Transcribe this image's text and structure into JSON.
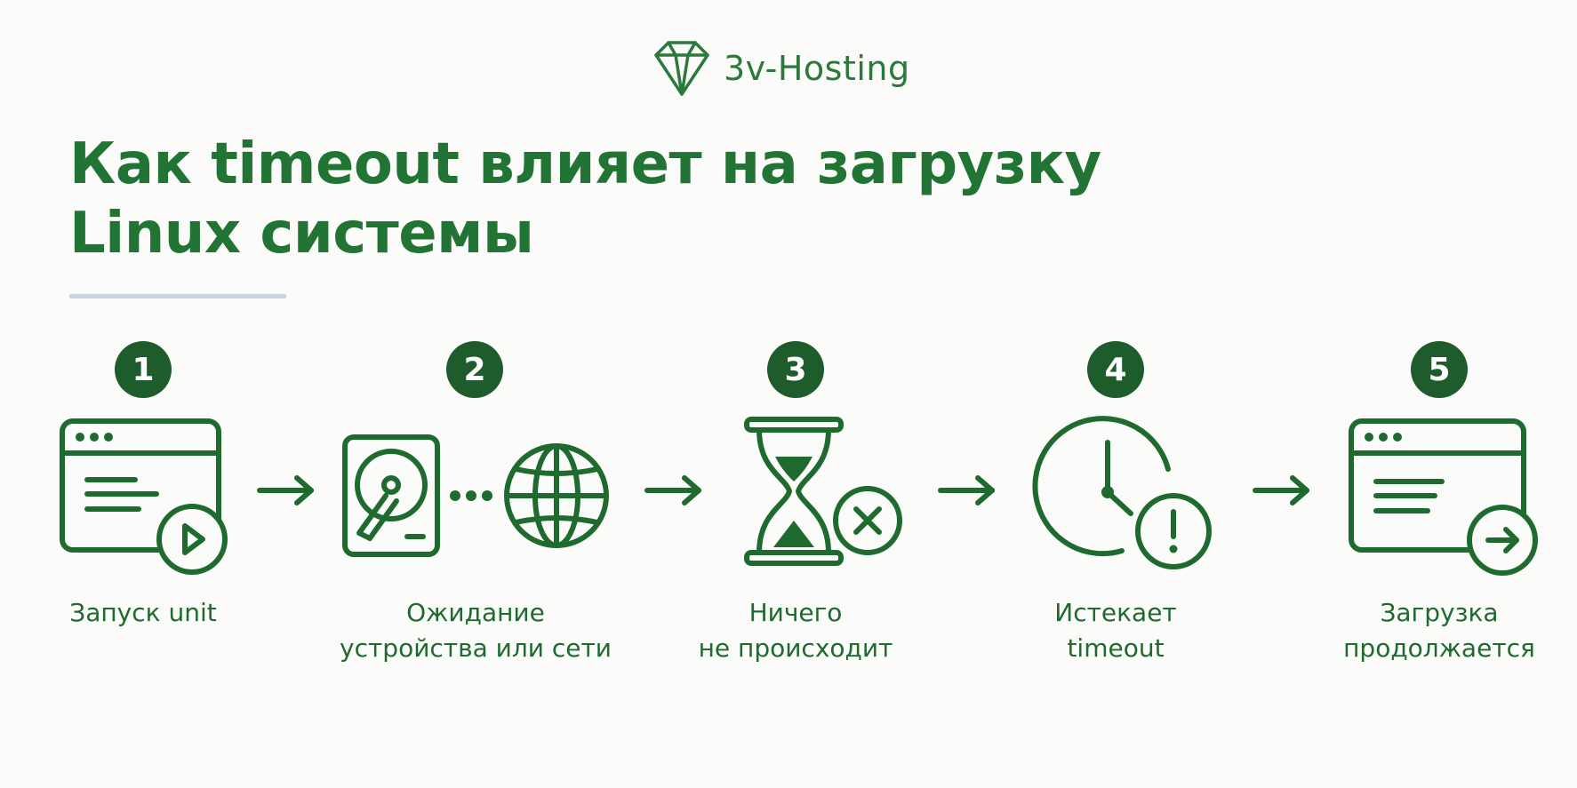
{
  "brand": {
    "name": "3v-Hosting",
    "logo_icon": "diamond-logo-icon"
  },
  "title": {
    "line1": "Как timeout влияет на загрузку",
    "line2": "Linux системы"
  },
  "steps": [
    {
      "number": "1",
      "icon": "terminal-play-icon",
      "label_line1": "Запуск unit",
      "label_line2": ""
    },
    {
      "number": "2",
      "icon": "disk-and-globe-icon",
      "label_line1": "Ожидание",
      "label_line2": "устройства или сети"
    },
    {
      "number": "3",
      "icon": "hourglass-cancel-icon",
      "label_line1": "Ничего",
      "label_line2": "не происходит"
    },
    {
      "number": "4",
      "icon": "clock-alert-icon",
      "label_line1": "Истекает",
      "label_line2": "timeout"
    },
    {
      "number": "5",
      "icon": "terminal-arrow-icon",
      "label_line1": "Загрузка",
      "label_line2": "продолжается"
    }
  ],
  "colors": {
    "primary": "#1f6a2e",
    "badge": "#1e5c2c",
    "divider": "#c8d3e2",
    "background": "#fbfbfa"
  }
}
